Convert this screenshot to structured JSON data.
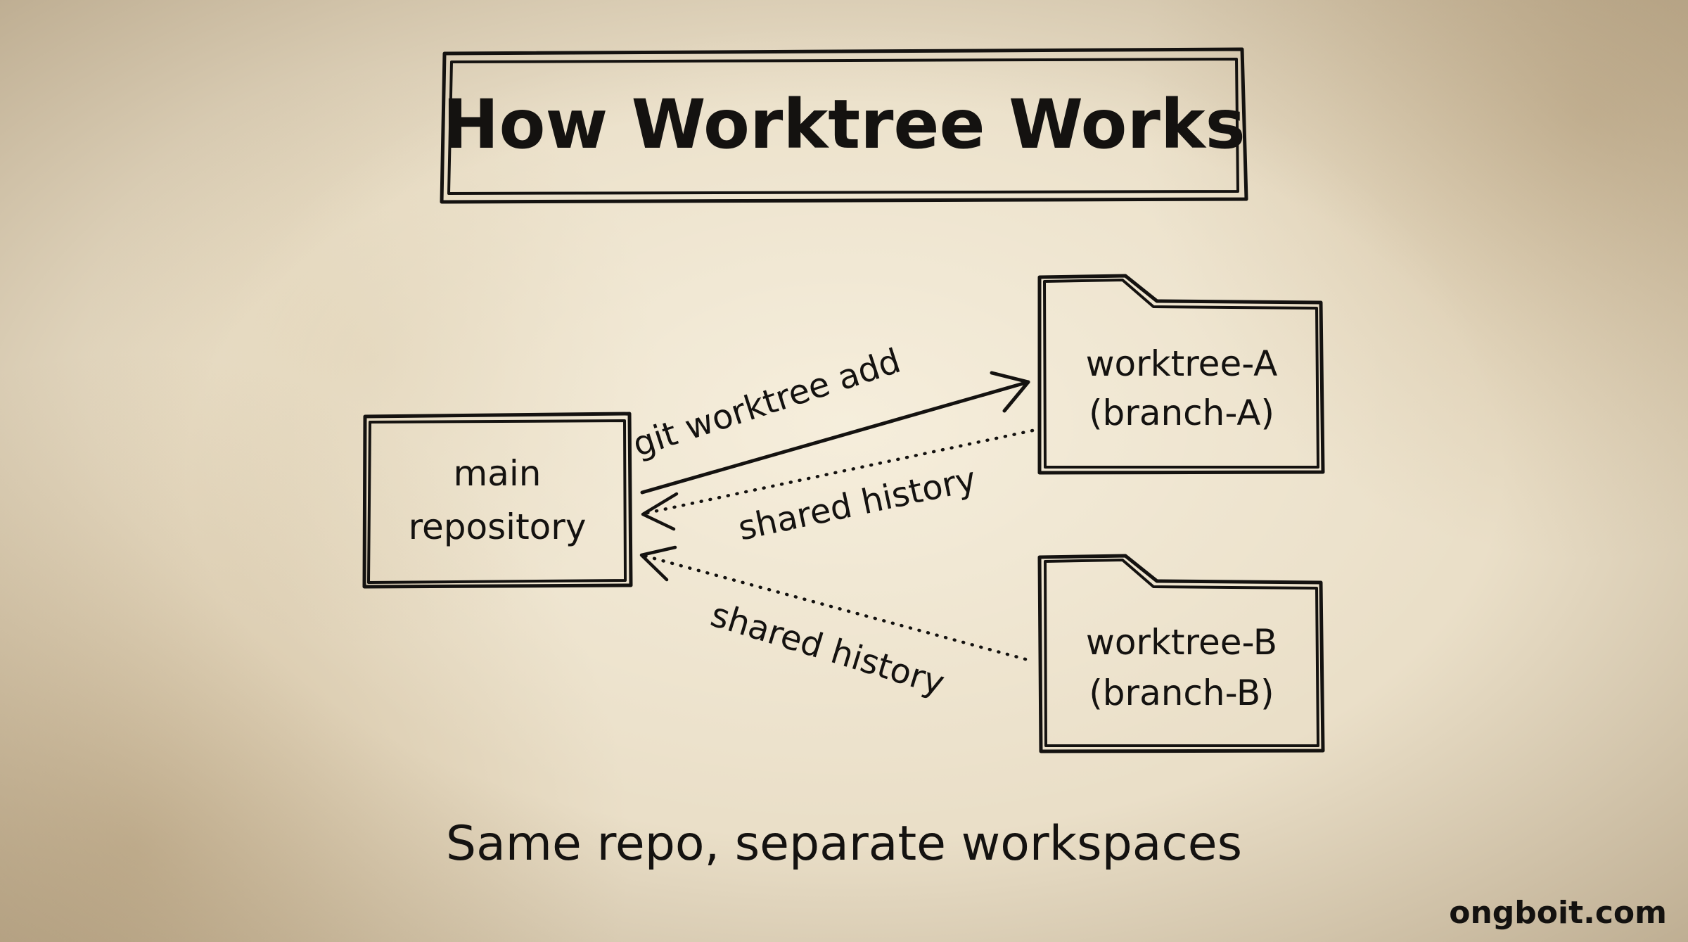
{
  "title": "How Worktree Works",
  "nodes": {
    "main": {
      "line1": "main",
      "line2": "repository"
    },
    "worktree_a": {
      "line1": "worktree-A",
      "line2": "(branch-A)"
    },
    "worktree_b": {
      "line1": "worktree-B",
      "line2": "(branch-B)"
    }
  },
  "edges": {
    "add": "git worktree add",
    "history_a": "shared history",
    "history_b": "shared history"
  },
  "caption": "Same repo, separate workspaces",
  "watermark": "ongboit.com",
  "colors": {
    "ink": "#141210",
    "paper": "#eadfc8"
  }
}
